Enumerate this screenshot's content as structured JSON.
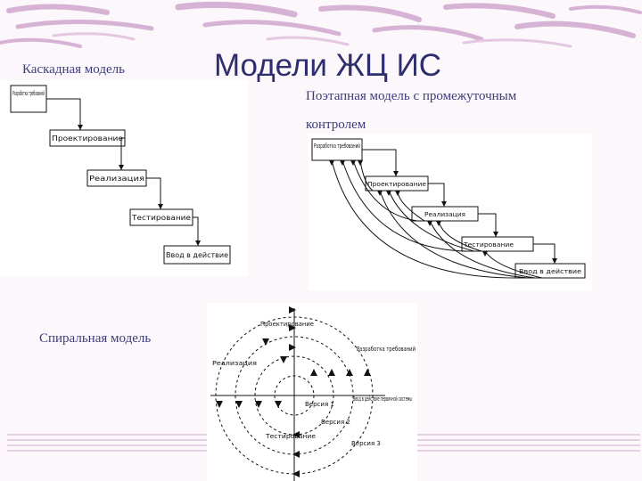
{
  "slide": {
    "title": "Модели ЖЦ ИС",
    "waterfall_label": "Каскадная модель",
    "staged_label_line1": "Поэтапная модель с промежуточным",
    "staged_label_line2": "контролем",
    "spiral_label": "Спиральная модель"
  },
  "waterfall": {
    "steps": [
      "Разработка требований",
      "Проектирование",
      "Реализация",
      "Тестирование",
      "Ввод в действие"
    ]
  },
  "staged": {
    "steps": [
      "Разработка требований",
      "Проектирование",
      "Реализация",
      "Тестирование",
      "Ввод в действие"
    ]
  },
  "spiral": {
    "design": "Проектирование",
    "requirements": "Разработка требований",
    "implementation": "Реализация",
    "testing": "Тестирование",
    "deployment": "Ввод в действие первичной системы",
    "version1": "Версия 1",
    "version2": "Версия 2",
    "version3": "Версия 3"
  },
  "colors": {
    "accent": "#8a2f86",
    "deco": "#d8b4d6",
    "label": "#3c3c7c",
    "title": "#2e2e6e"
  }
}
